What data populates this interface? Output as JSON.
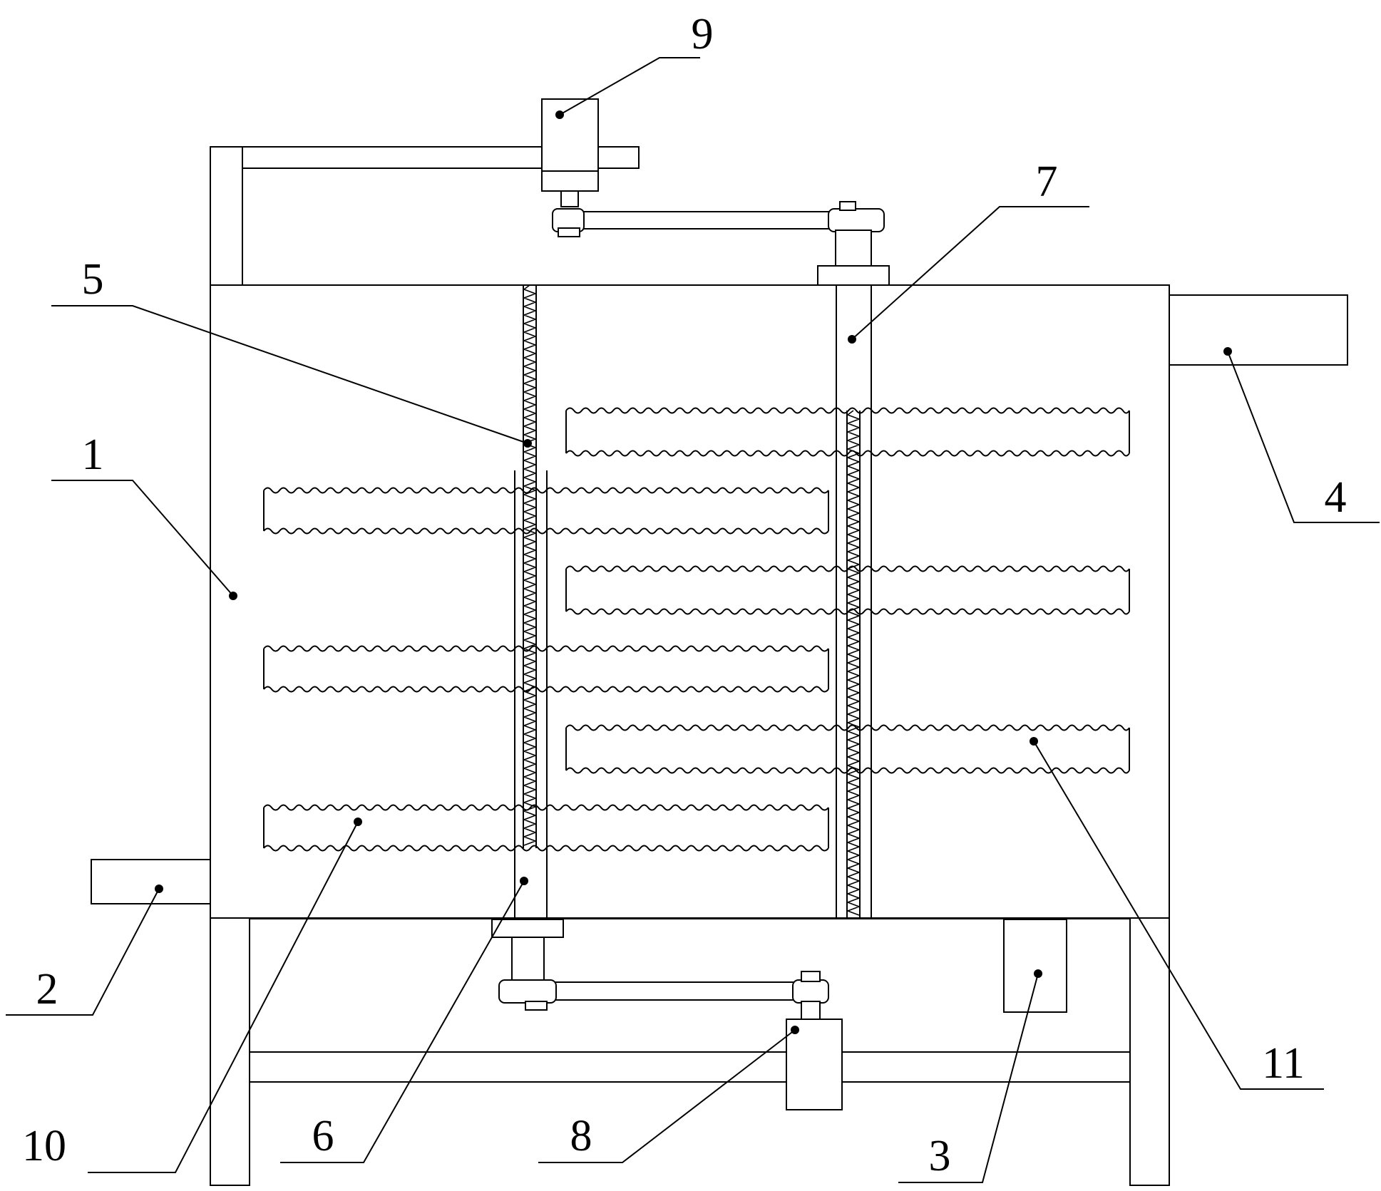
{
  "labels": [
    {
      "id": "1",
      "text": "1"
    },
    {
      "id": "2",
      "text": "2"
    },
    {
      "id": "3",
      "text": "3"
    },
    {
      "id": "4",
      "text": "4"
    },
    {
      "id": "5",
      "text": "5"
    },
    {
      "id": "6",
      "text": "6"
    },
    {
      "id": "7",
      "text": "7"
    },
    {
      "id": "8",
      "text": "8"
    },
    {
      "id": "9",
      "text": "9"
    },
    {
      "id": "10",
      "text": "10"
    },
    {
      "id": "11",
      "text": "11"
    }
  ],
  "colors": {
    "stroke": "#000000",
    "background": "#ffffff"
  }
}
